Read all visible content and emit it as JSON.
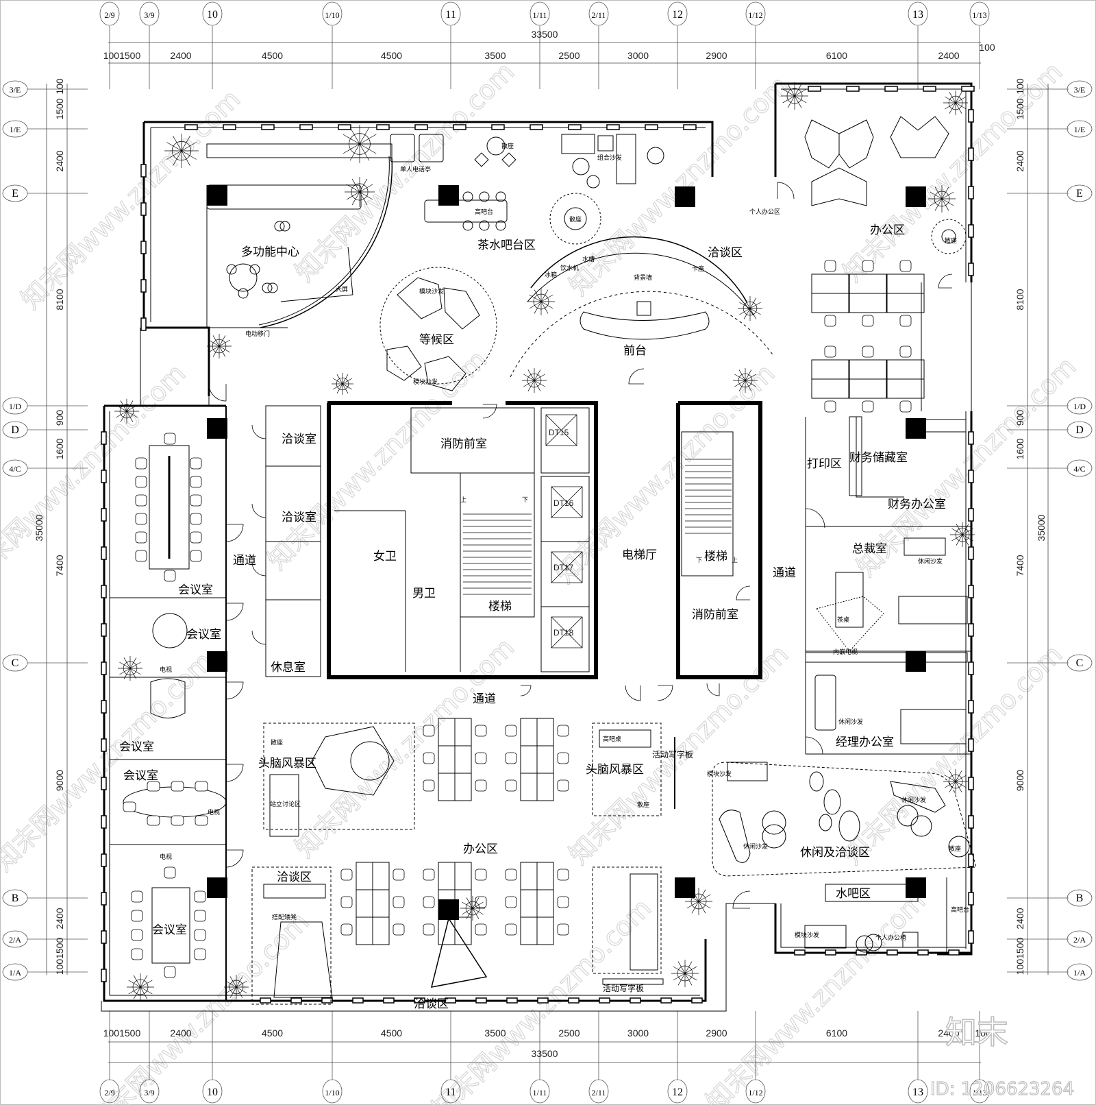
{
  "drawing": {
    "title": "Office floor plan",
    "overall_width": "33500",
    "overall_height": "35000"
  },
  "axes_columns": [
    "2/9",
    "3/9",
    "10",
    "1/10",
    "11",
    "1/11",
    "2/11",
    "12",
    "1/12",
    "13",
    "1/13"
  ],
  "axes_rows": [
    "3/E",
    "1/E",
    "E",
    "1/D",
    "D",
    "4/C",
    "C",
    "B",
    "2/A",
    "1/A"
  ],
  "dims_top": [
    "1001500",
    "2400",
    "4500",
    "4500",
    "3500",
    "2500",
    "3000",
    "2900",
    "6100",
    "2400",
    "100"
  ],
  "dims_bottom": [
    "1001500",
    "2400",
    "4500",
    "4500",
    "3500",
    "2500",
    "3000",
    "2900",
    "6100",
    "2400",
    "100"
  ],
  "dims_left": [
    "100",
    "1500",
    "2400",
    "8100",
    "900",
    "1600",
    "7400",
    "9000",
    "2400",
    "1001500"
  ],
  "dims_right": [
    "100",
    "1500",
    "2400",
    "8100",
    "900",
    "1600",
    "7400",
    "9000",
    "2400",
    "1001500"
  ],
  "rooms": {
    "multi_function": "多功能中心",
    "tea_bar": "茶水吧台区",
    "waiting": "等候区",
    "reception": "前台",
    "negotiation_ne": "洽谈区",
    "office_ne": "办公区",
    "meeting_1": "会议室",
    "meeting_2": "会议室",
    "meeting_3": "会议室",
    "meeting_4": "会议室",
    "meeting_5": "会议室",
    "corridor_w": "通道",
    "corridor_s": "通道",
    "corridor_e": "通道",
    "nego_room_1": "洽谈室",
    "nego_room_2": "洽谈室",
    "rest_room": "休息室",
    "fire_lobby_1": "消防前室",
    "fire_lobby_2": "消防前室",
    "womens_wc": "女卫",
    "mens_wc": "男卫",
    "stairs_1": "楼梯",
    "stairs_2": "楼梯",
    "elevator_hall": "电梯厅",
    "print_area": "打印区",
    "finance_storage": "财务储藏室",
    "finance_office": "财务办公室",
    "ceo_office": "总裁室",
    "manager_office": "经理办公室",
    "brainstorm_1": "头脑风暴区",
    "brainstorm_2": "头脑风暴区",
    "office_s": "办公区",
    "nego_sw": "洽谈区",
    "nego_s": "洽谈区",
    "leisure_nego": "休闲及洽谈区",
    "water_bar": "水吧区"
  },
  "labels": {
    "phone_booth": "单人电话亭",
    "loose_seat_1": "散座",
    "loose_seat_2": "散座",
    "loose_seat_3": "散座",
    "loose_seat_4": "散座",
    "loose_seat_5": "散座",
    "loose_seat_6": "散座",
    "high_bar": "高吧台",
    "high_bar_2": "高吧台",
    "combo_sofa": "组合沙发",
    "personal_office": "个人办公区",
    "big_screen": "大屏",
    "electric_door": "电动移门",
    "module_sofa_1": "模块沙发",
    "module_sofa_2": "模块沙发",
    "module_sofa_3": "模块沙发",
    "module_sofa_4": "模块沙发",
    "fridge": "冰箱",
    "water_dispenser": "饮水机",
    "sink": "水槽",
    "booth_seat": "卡座",
    "feature_wall": "背景墙",
    "tv_1": "电视",
    "tv_2": "电视",
    "tv_3": "电视",
    "leisure_sofa_1": "休闲沙发",
    "leisure_sofa_2": "休闲沙发",
    "leisure_sofa_3": "休闲沙发",
    "leisure_sofa_4": "休闲沙发",
    "tea_table": "茶桌",
    "builtin_tv": "内嵌电视",
    "standing_discussion": "站立讨论区",
    "high_table": "高吧桌",
    "movable_board_1": "活动写字板",
    "movable_board_2": "活动写字板",
    "matching_stool": "搭配矮凳",
    "personal_chair": "个人办公椅",
    "elevators": [
      "DT15",
      "DT16",
      "DT17",
      "DT18"
    ],
    "stair_up": "上",
    "stair_down": "下"
  },
  "watermark": {
    "text": "知末网www.znzmo.com",
    "brand": "知末",
    "id": "ID: 1206623264"
  }
}
